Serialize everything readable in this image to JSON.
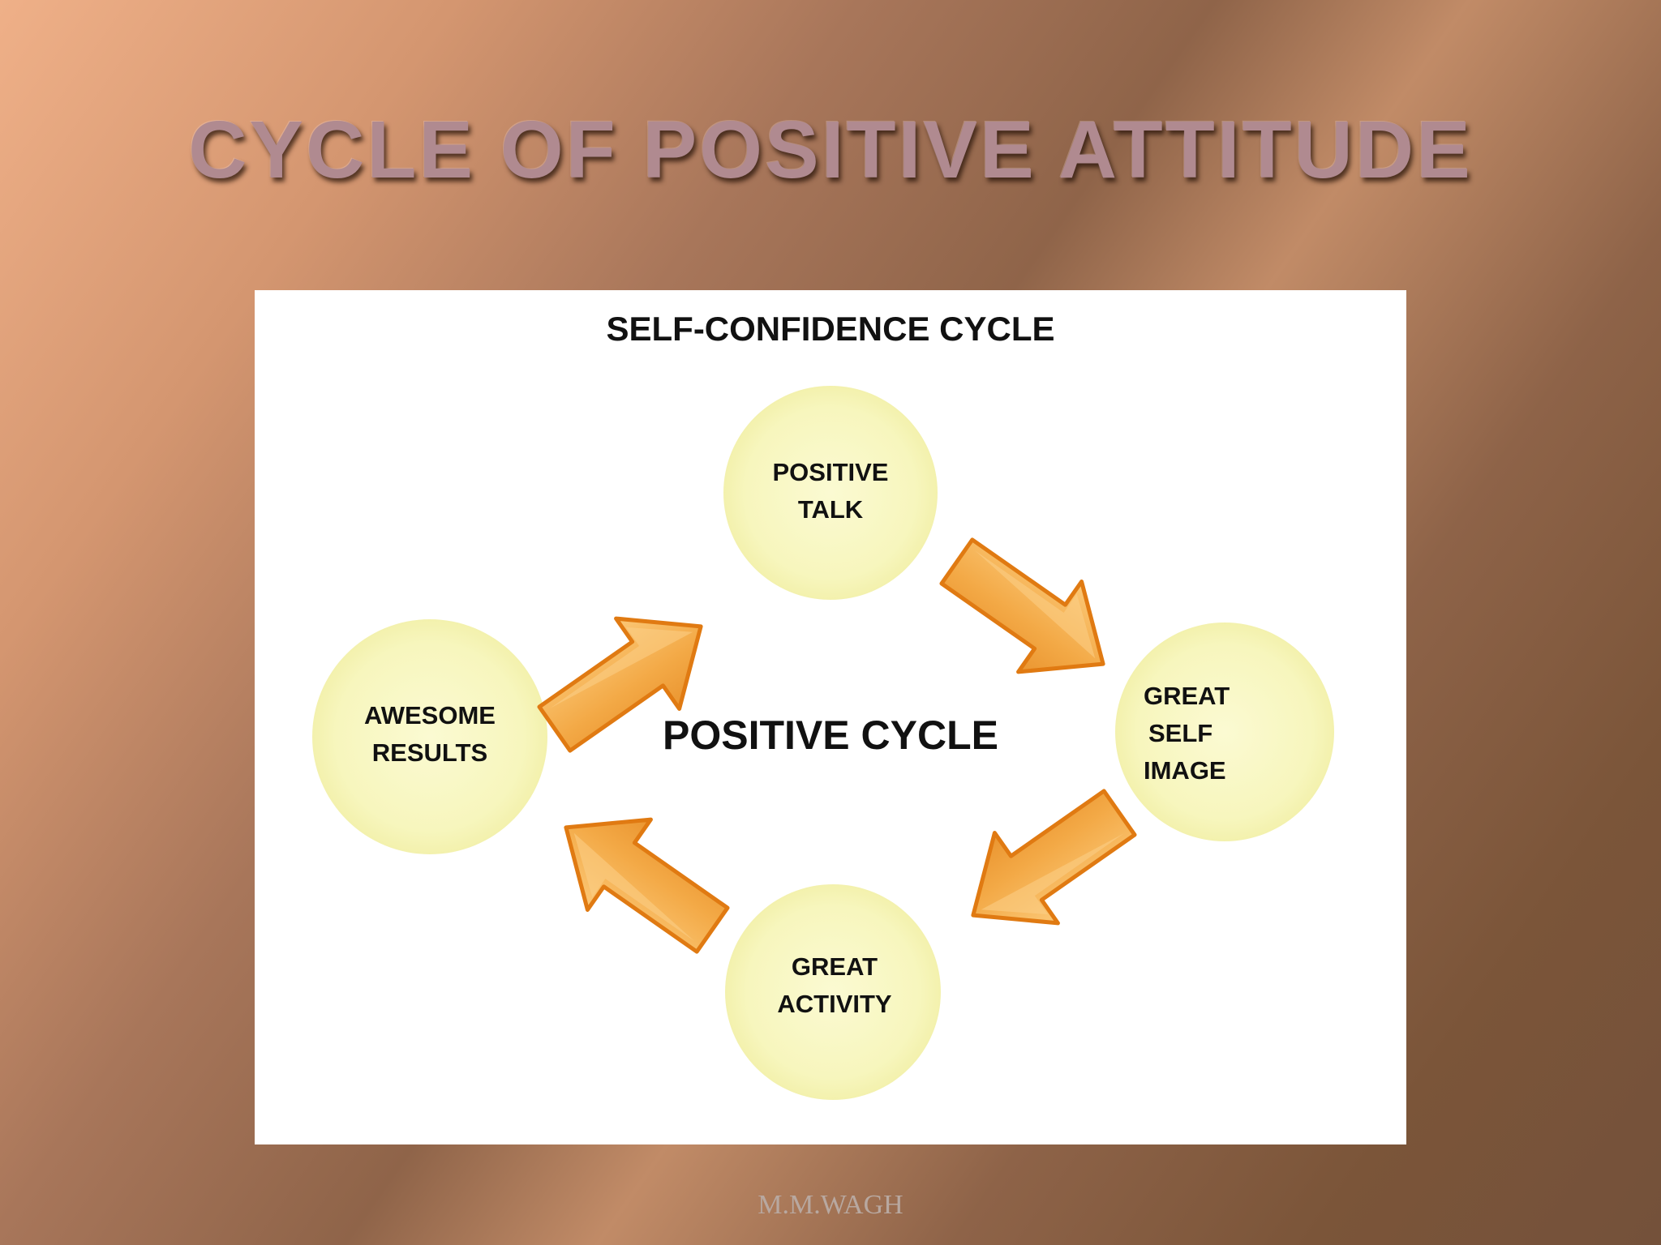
{
  "slide": {
    "title": "CYCLE OF POSITIVE ATTITUDE",
    "footer": "M.M.WAGH"
  },
  "diagram": {
    "title": "SELF-CONFIDENCE CYCLE",
    "center_label": "POSITIVE CYCLE",
    "nodes": [
      {
        "id": "positive-talk",
        "lines": [
          "POSITIVE",
          "TALK"
        ]
      },
      {
        "id": "great-self-image",
        "lines": [
          "GREAT",
          "SELF",
          "IMAGE"
        ]
      },
      {
        "id": "great-activity",
        "lines": [
          "GREAT",
          "ACTIVITY"
        ]
      },
      {
        "id": "awesome-results",
        "lines": [
          "AWESOME",
          "RESULTS"
        ]
      }
    ],
    "colors": {
      "circle_fill": "#f8f7c0",
      "arrow_fill": "#f2a94a",
      "arrow_stroke": "#e07a12",
      "arrow_highlight": "#fcd089"
    }
  }
}
